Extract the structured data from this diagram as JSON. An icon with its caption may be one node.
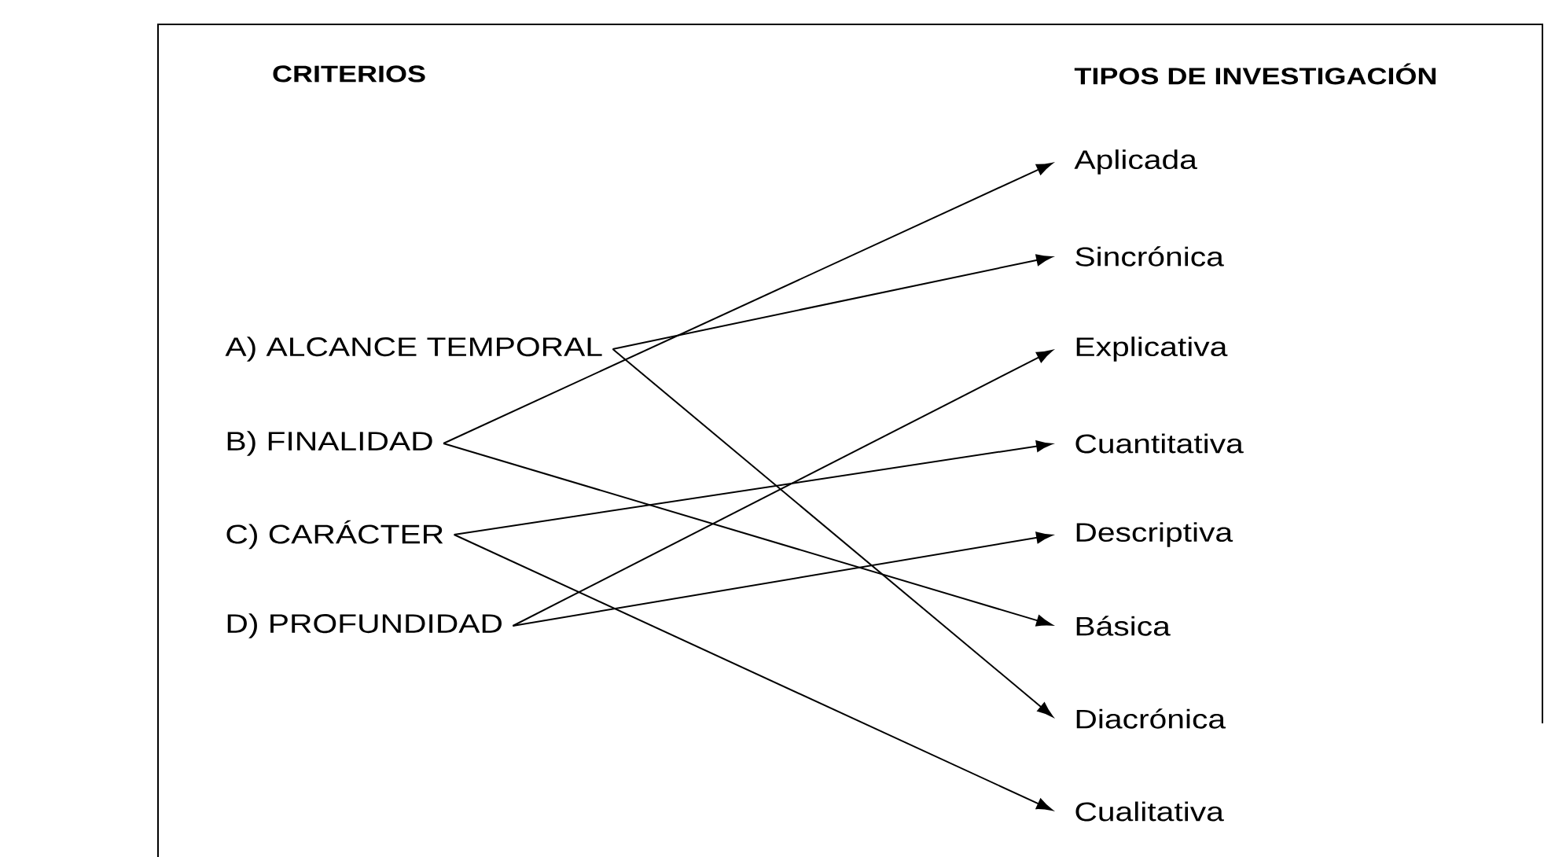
{
  "diagram": {
    "nodes": [
      {
        "text": [
          "A) ALCANCE TEMPORAL"
        ]
      },
      {
        "text": [
          "B) FINALIDAD"
        ]
      },
      {
        "text": [
          "C) CARÁCTER"
        ]
      },
      {
        "text": [
          "D) PROFUNDIDAD"
        ]
      },
      {
        "text": [
          "Aplicada"
        ]
      },
      {
        "text": [
          "Sincrónica"
        ]
      },
      {
        "text": [
          "Explicativa"
        ]
      },
      {
        "text": [
          "Cuantitativa"
        ]
      },
      {
        "text": [
          "Descriptiva"
        ]
      },
      {
        "text": [
          "Básica"
        ]
      },
      {
        "text": [
          "Diacrónica"
        ]
      },
      {
        "text": [
          "Cualitativa"
        ]
      }
    ],
    "edges": [
      {
        "from": 0,
        "to": 5,
        "arrow": "to"
      },
      {
        "from": 0,
        "to": 10,
        "arrow": "to"
      },
      {
        "from": 1,
        "to": 4,
        "arrow": "to"
      },
      {
        "from": 1,
        "to": 9,
        "arrow": "to"
      },
      {
        "from": 2,
        "to": 7,
        "arrow": "to"
      },
      {
        "from": 2,
        "to": 11,
        "arrow": "to"
      },
      {
        "from": 3,
        "to": 6,
        "arrow": "to"
      },
      {
        "from": 3,
        "to": 8,
        "arrow": "to"
      }
    ],
    "labels": [
      "CRITERIOS",
      "TIPOS DE INVESTIGACIÓN"
    ]
  }
}
